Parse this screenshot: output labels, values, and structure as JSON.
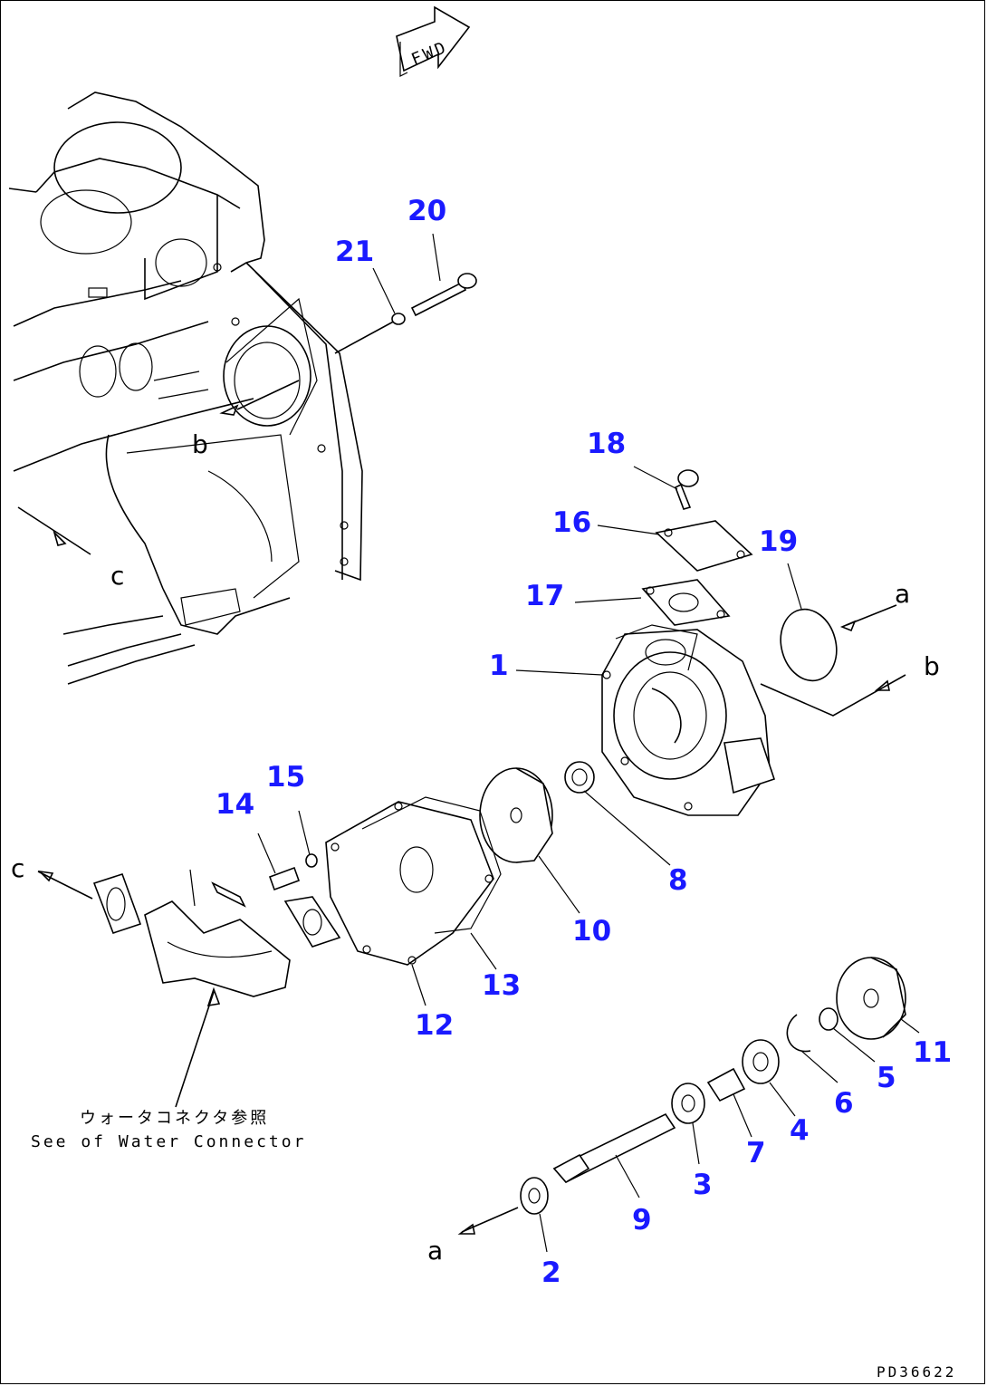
{
  "diagram": {
    "fwd_label": "FWD",
    "drawing_code": "PD36622",
    "note": {
      "japanese": "ウォータコネクタ参照",
      "english": "See of Water Connector"
    },
    "refs": {
      "a": "a",
      "b": "b",
      "c": "c"
    },
    "callouts": [
      "1",
      "2",
      "3",
      "4",
      "5",
      "6",
      "7",
      "8",
      "9",
      "10",
      "11",
      "12",
      "13",
      "14",
      "15",
      "16",
      "17",
      "18",
      "19",
      "20",
      "21"
    ]
  }
}
